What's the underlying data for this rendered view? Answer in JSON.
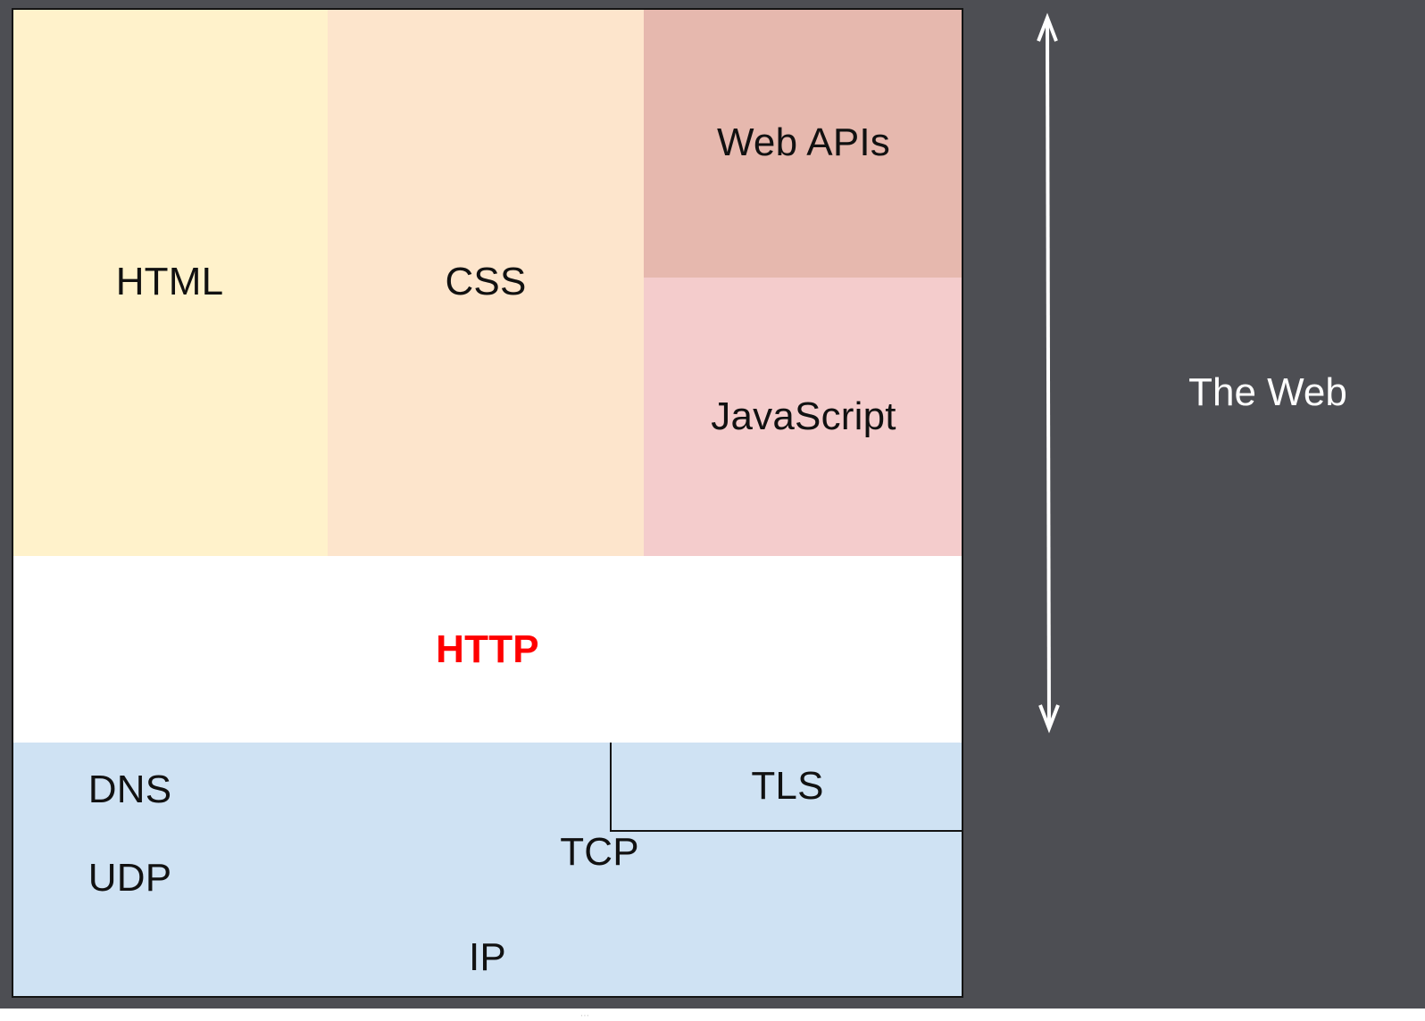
{
  "layers": {
    "html": "HTML",
    "css": "CSS",
    "web_apis": "Web APIs",
    "javascript": "JavaScript",
    "http": "HTTP",
    "dns": "DNS",
    "udp": "UDP",
    "tcp": "TCP",
    "tls": "TLS",
    "ip": "IP"
  },
  "web_label": "The Web",
  "colors": {
    "background": "#4d4e53",
    "html": "#fff2cb",
    "css": "#fde5cc",
    "web_apis": "#e6b8ae",
    "javascript": "#f4cccc",
    "http_box": "#ffffff",
    "http_text": "#ff0000",
    "transport": "#cfe2f3",
    "border": "#141414",
    "arrow": "#ffffff"
  },
  "icons": {
    "arrow": "double-headed-vertical-arrow-icon",
    "handle": "resize-handle-icon"
  }
}
